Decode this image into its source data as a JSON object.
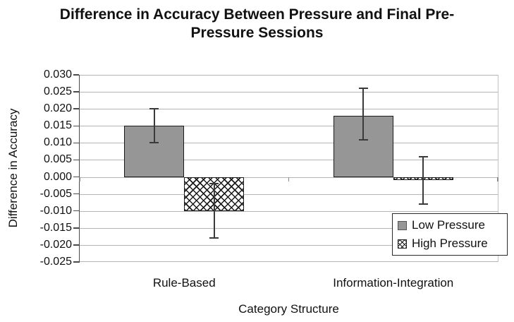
{
  "chart_data": {
    "type": "bar",
    "title": "Difference in Accuracy Between Pressure and Final Pre-Pressure Sessions",
    "xlabel": "Category Structure",
    "ylabel": "Difference in Accuracy",
    "categories": [
      "Rule-Based",
      "Information-Integration"
    ],
    "series": [
      {
        "name": "Low Pressure",
        "pattern": "solid-gray",
        "values": [
          0.015,
          0.018
        ],
        "error_low": [
          0.01,
          0.011
        ],
        "error_high": [
          0.02,
          0.026
        ]
      },
      {
        "name": "High Pressure",
        "pattern": "crosshatch",
        "values": [
          -0.01,
          -0.001
        ],
        "error_low": [
          -0.018,
          -0.008
        ],
        "error_high": [
          -0.002,
          0.006
        ]
      }
    ],
    "ylim": [
      -0.025,
      0.03
    ],
    "ytick_step": 0.005,
    "ytick_labels": [
      "0.030",
      "0.025",
      "0.020",
      "0.015",
      "0.010",
      "0.005",
      "0.000",
      "-0.005",
      "-0.010",
      "-0.015",
      "-0.020",
      "-0.025"
    ],
    "grid": true,
    "legend_position": "bottom-right",
    "legend_labels": [
      "Low Pressure",
      "High Pressure"
    ],
    "colors": {
      "low_pressure_fill": "#969696",
      "high_pressure_fill": "white with black crosshatch",
      "bar_border": "#1a1a1a",
      "gridline": "#b5b5b5",
      "axis_line": "#4a4a4a",
      "error_bar": "#3a3a3a",
      "background": "#ffffff",
      "text": "#000000"
    }
  }
}
